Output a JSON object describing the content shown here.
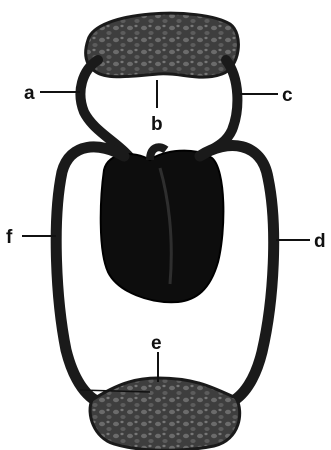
{
  "labels": {
    "a": "a",
    "b": "b",
    "c": "c",
    "d": "d",
    "e": "e",
    "f": "f"
  },
  "colors": {
    "vessel": "#1a1a1a",
    "tissue": "#4a4a4a",
    "cell": "#6b6b6b",
    "heart": "#0d0d0d",
    "label_line": "#111111"
  }
}
